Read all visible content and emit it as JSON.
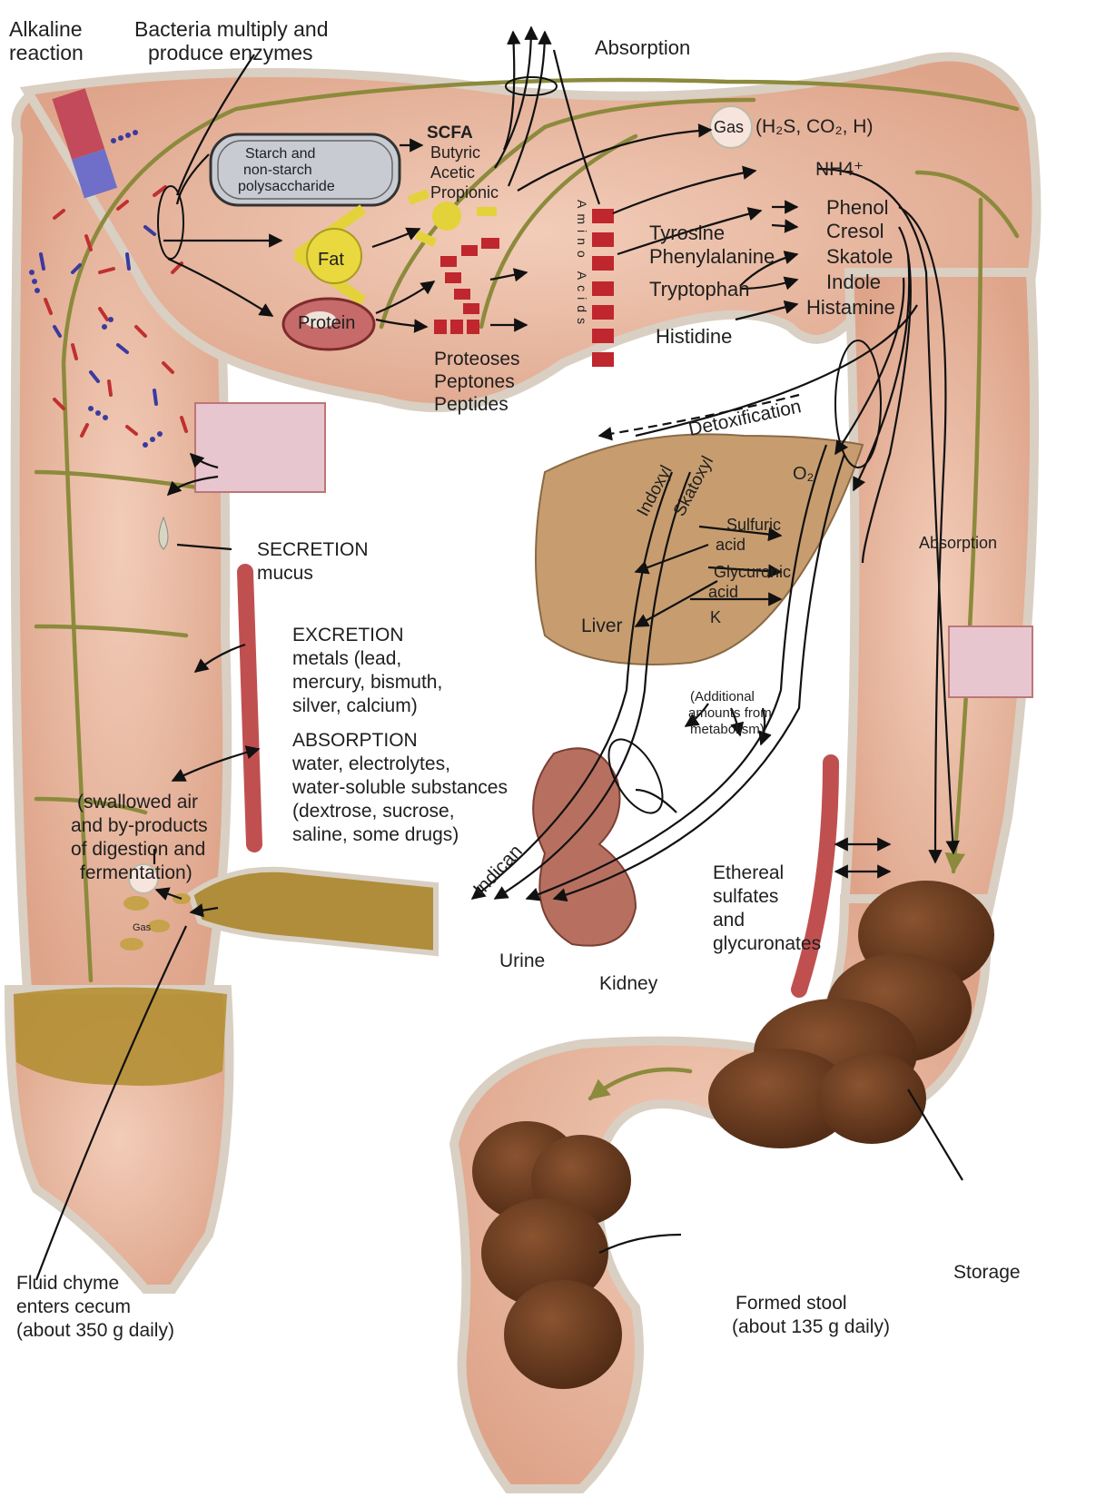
{
  "colors": {
    "colon_wall": "#e7b9a1",
    "colon_outline": "#d7cbbd",
    "olive_line": "#8c8a3c",
    "stool": "#6b3a1e",
    "chyme": "#b48f34",
    "liver": "#c79d6f",
    "kidney": "#b7705f",
    "amino_red": "#c0262d",
    "bacteria_red": "#c03030",
    "bacteria_blue": "#3a3aa0"
  },
  "labels": {
    "alkaline": [
      "Alkaline",
      "reaction"
    ],
    "bacteria": [
      "Bacteria multiply and",
      "produce enzymes"
    ],
    "starch": [
      "Starch and",
      "non-starch",
      "polysaccharide"
    ],
    "fat": "Fat",
    "protein": "Protein",
    "scfa_title": "SCFA",
    "scfa": [
      "Butyric",
      "Acetic",
      "Propionic"
    ],
    "absorption_top": "Absorption",
    "gas_top": "Gas",
    "gas_formula": "(H₂S, CO₂, H)",
    "nh4": "NH4⁺",
    "amino_vertical": "Amino Acids",
    "amino_list": [
      "Tyrosine",
      "Phenylalanine",
      "Tryptophan",
      "Histidine"
    ],
    "products": [
      "Phenol",
      "Cresol",
      "Skatole",
      "Indole",
      "Histamine"
    ],
    "proteoses": [
      "Proteoses",
      "Peptones",
      "Peptides"
    ],
    "detox": "Detoxification",
    "o2": "O₂",
    "indoxyl": "Indoxyl",
    "skatoxyl": "Skatoxyl",
    "liver_acids": [
      "Sulfuric",
      "acid",
      "Glycuronic",
      "acid",
      "K"
    ],
    "liver": "Liver",
    "absorption_right": "Absorption",
    "additional": [
      "(Additional",
      "amounts from",
      "metabolism)"
    ],
    "secretion": [
      "SECRETION",
      "mucus"
    ],
    "excretion": [
      "EXCRETION",
      "metals (lead,",
      "mercury, bismuth,",
      "silver, calcium)"
    ],
    "absorption_mid": [
      "ABSORPTION",
      "water, electrolytes,",
      "water-soluble substances",
      "(dextrose, sucrose,",
      "saline, some drugs)"
    ],
    "swallowed": [
      "(swallowed air",
      "and by-products",
      "of digestion and",
      "fermentation)"
    ],
    "gas_small": "Gas",
    "indican": "Indican",
    "urine": "Urine",
    "kidney": "Kidney",
    "ethereal": [
      "Ethereal",
      "sulfates",
      "and",
      "glycuronates"
    ],
    "chyme": [
      "Fluid chyme",
      "enters cecum",
      "(about 350 g daily)"
    ],
    "storage": "Storage",
    "stool": [
      "Formed stool",
      "(about 135 g daily)"
    ]
  }
}
